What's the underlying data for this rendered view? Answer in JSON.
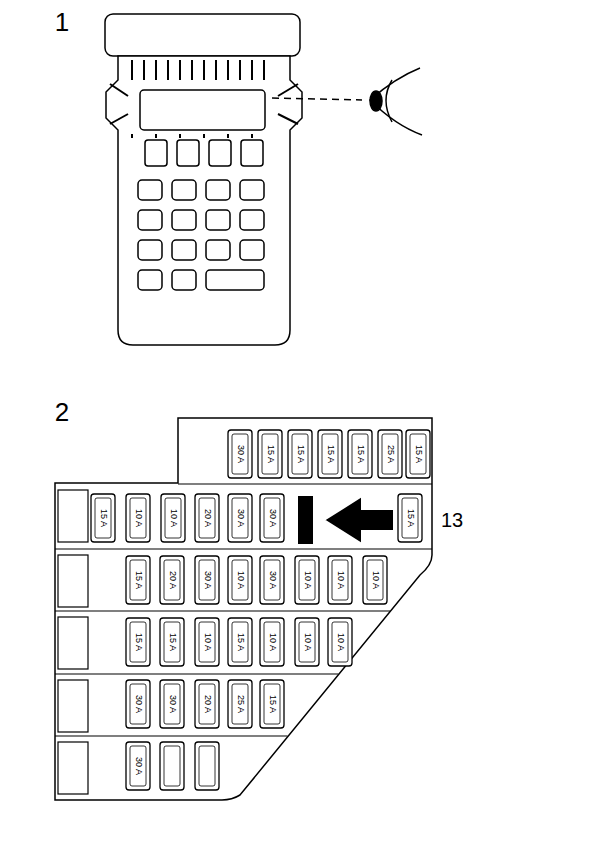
{
  "diagram": {
    "labels": [
      "1",
      "2",
      "13",
      "30 A",
      "15 A",
      "15 A",
      "15 A",
      "15 A",
      "25 A",
      "15 A",
      "15 A",
      "10 A",
      "10 A",
      "20 A",
      "30 A",
      "30 A",
      "15 A",
      "15 A",
      "20 A",
      "30 A",
      "10 A",
      "30 A",
      "10 A",
      "10 A",
      "10 A",
      "15 A",
      "15 A",
      "10 A",
      "15 A",
      "10 A",
      "10 A",
      "10 A",
      "30 A",
      "30 A",
      "20 A",
      "25 A",
      "15 A",
      "30 A"
    ]
  }
}
